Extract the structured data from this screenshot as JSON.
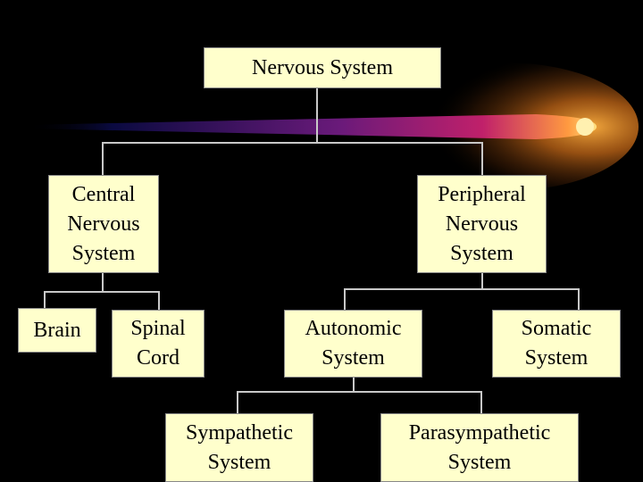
{
  "colors": {
    "background": "#000000",
    "box_fill": "#ffffcc",
    "text": "#000000",
    "connector": "#c8c8c8",
    "streak_start": "#0a0a40",
    "streak_mid": "#b0207a",
    "streak_end": "#ffd060",
    "glow": "#c86a18"
  },
  "root": {
    "label": "Nervous System"
  },
  "central": {
    "lines": [
      "Central",
      "Nervous",
      "System"
    ]
  },
  "peripheral": {
    "lines": [
      "Peripheral",
      "Nervous",
      "System"
    ]
  },
  "brain": {
    "label": "Brain"
  },
  "spinal_cord": {
    "lines": [
      "Spinal",
      "Cord"
    ]
  },
  "autonomic": {
    "lines": [
      "Autonomic",
      "System"
    ]
  },
  "somatic": {
    "lines": [
      "Somatic",
      "System"
    ]
  },
  "sympathetic": {
    "lines": [
      "Sympathetic",
      "System"
    ]
  },
  "parasympathetic": {
    "lines": [
      "Parasympathetic",
      "System"
    ]
  }
}
